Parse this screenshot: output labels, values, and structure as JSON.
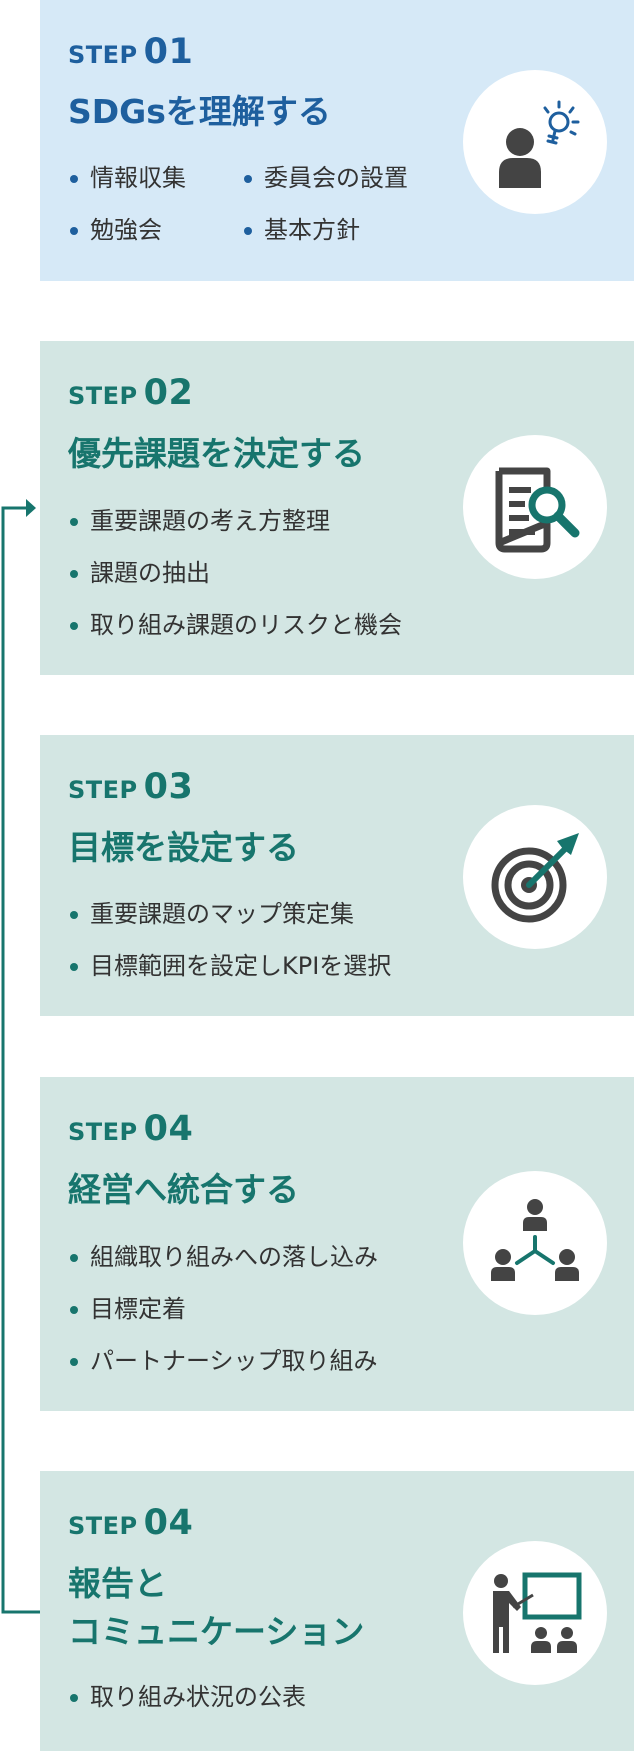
{
  "steps": [
    {
      "label": "STEP",
      "number": "01",
      "title": [
        "SDGsを理解する"
      ],
      "items": [
        "情報収集",
        "委員会の設置",
        "勉強会",
        "基本方針"
      ],
      "icon": "person-lightbulb-icon"
    },
    {
      "label": "STEP",
      "number": "02",
      "title": [
        "優先課題を決定する"
      ],
      "items": [
        "重要課題の考え方整理",
        "課題の抽出",
        "取り組み課題のリスクと機会"
      ],
      "icon": "document-search-icon"
    },
    {
      "label": "STEP",
      "number": "03",
      "title": [
        "目標を設定する"
      ],
      "items": [
        "重要課題のマップ策定集",
        "目標範囲を設定しKPIを選択"
      ],
      "icon": "target-arrow-icon"
    },
    {
      "label": "STEP",
      "number": "04",
      "title": [
        "経営へ統合する"
      ],
      "items": [
        "組織取り組みへの落し込み",
        "目標定着",
        "パートナーシップ取り組み"
      ],
      "icon": "network-people-icon"
    },
    {
      "label": "STEP",
      "number": "04",
      "title": [
        "報告と",
        "コミュニケーション"
      ],
      "items": [
        "取り組み状況の公表"
      ],
      "icon": "presenter-board-icon"
    }
  ],
  "colors": {
    "blue_bg": "#d6e9f7",
    "blue_accent": "#1e5f9e",
    "teal_bg": "#d3e6e3",
    "teal_accent": "#17756d",
    "icon_dark": "#444444",
    "arrow_gray": "#bbbbbb"
  }
}
